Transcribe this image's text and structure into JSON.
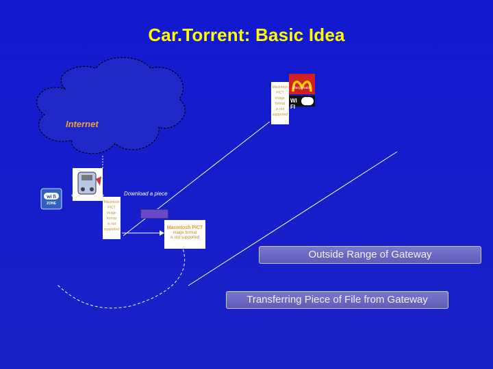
{
  "title": "Car.Torrent: Basic Idea",
  "cloud": {
    "label": "Internet"
  },
  "download": {
    "label": "Download a piece"
  },
  "pict_images": {
    "small_line1": "Macintosh PICT",
    "small_line2": "image format",
    "small_line3": "is not supported",
    "wide_line1": "Macintosh PICT",
    "wide_line2": "image format",
    "wide_line3": "is not supported"
  },
  "boxes": {
    "outside_range": "Outside Range of Gateway",
    "transferring": "Transferring Piece of File from Gateway"
  },
  "logos": {
    "gateway_brand_text": "Macgonalds",
    "wifi_text": "WI FI",
    "zone_text": "ZONE"
  },
  "colors": {
    "background": "#1a22c6",
    "title": "#ffff00",
    "cloud_label": "#e8a33a",
    "box_fill": "#6a68c2",
    "lines": "#ffffff"
  }
}
